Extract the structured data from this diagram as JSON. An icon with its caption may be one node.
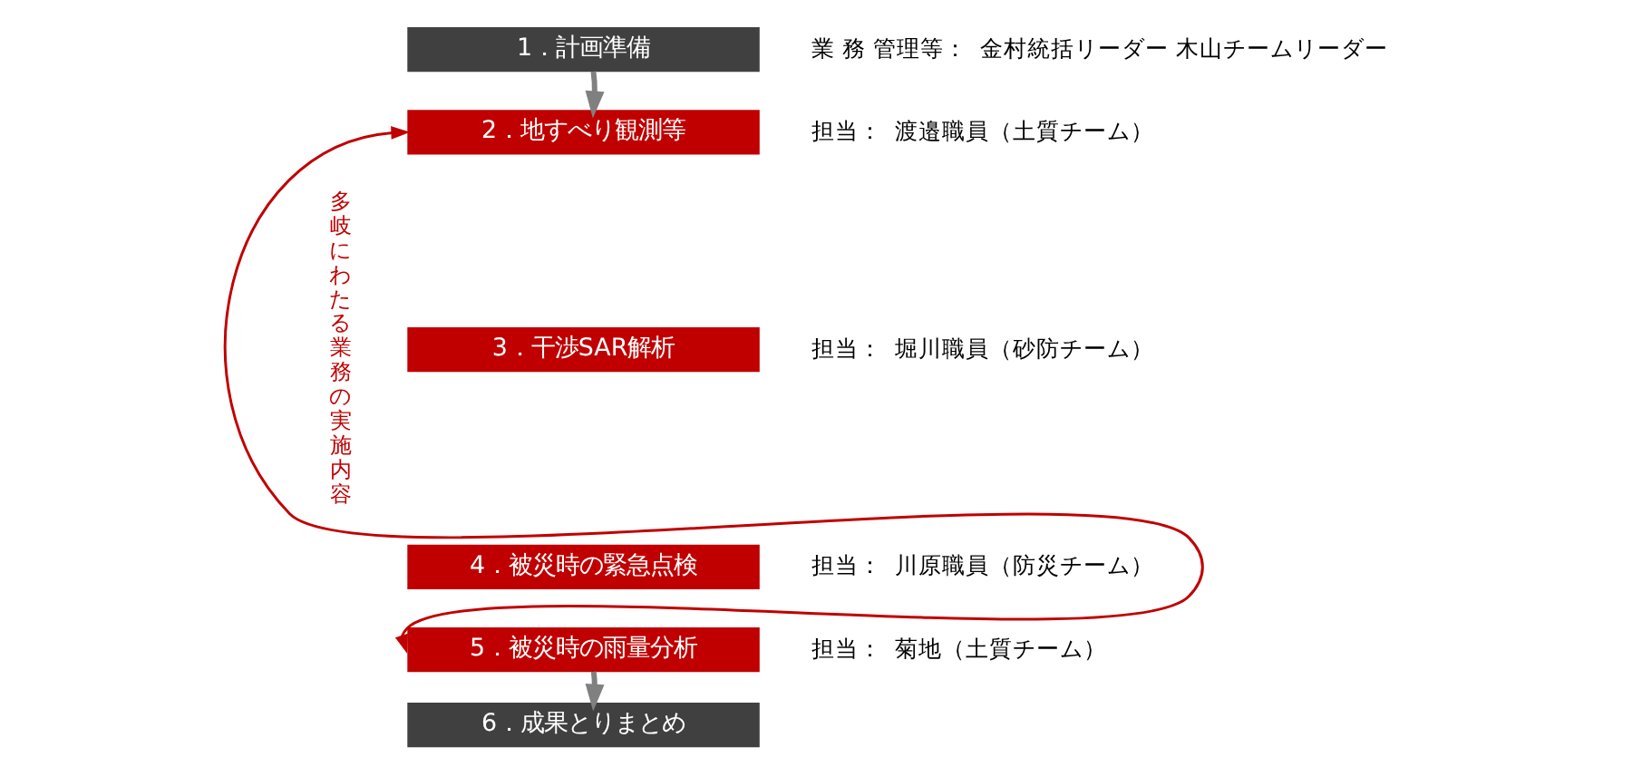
{
  "diagram": {
    "nodes": [
      {
        "text": [
          "1．計画準備"
        ],
        "beside": [
          "業 務 管理等：",
          "金村統括リーダー 木山チームリーダー"
        ]
      },
      {
        "text": [
          "2．地すべり観測等"
        ],
        "beside": [
          "担当：",
          "渡邉職員（土質チーム）"
        ]
      },
      {
        "text": [
          "3．干渉SAR解析"
        ],
        "beside": [
          "担当：",
          "堀川職員（砂防チーム）"
        ]
      },
      {
        "text": [
          "4．被災時の緊急点検"
        ],
        "beside": [
          "担当：",
          "川原職員（防災チーム）"
        ]
      },
      {
        "text": [
          "5．被災時の雨量分析"
        ],
        "beside": [
          "担当：",
          "菊地（土質チーム）"
        ]
      },
      {
        "text": [
          "6．成果とりまとめ"
        ]
      }
    ],
    "edges": [
      {
        "from": 0,
        "to": 1,
        "arrow": "to"
      },
      {
        "from": 1,
        "to": 4,
        "arrow": "both",
        "color": "#c00000"
      },
      {
        "from": 4,
        "to": 5,
        "arrow": "to"
      }
    ],
    "labels": [
      "多岐にわたる業務の実施内容"
    ]
  }
}
